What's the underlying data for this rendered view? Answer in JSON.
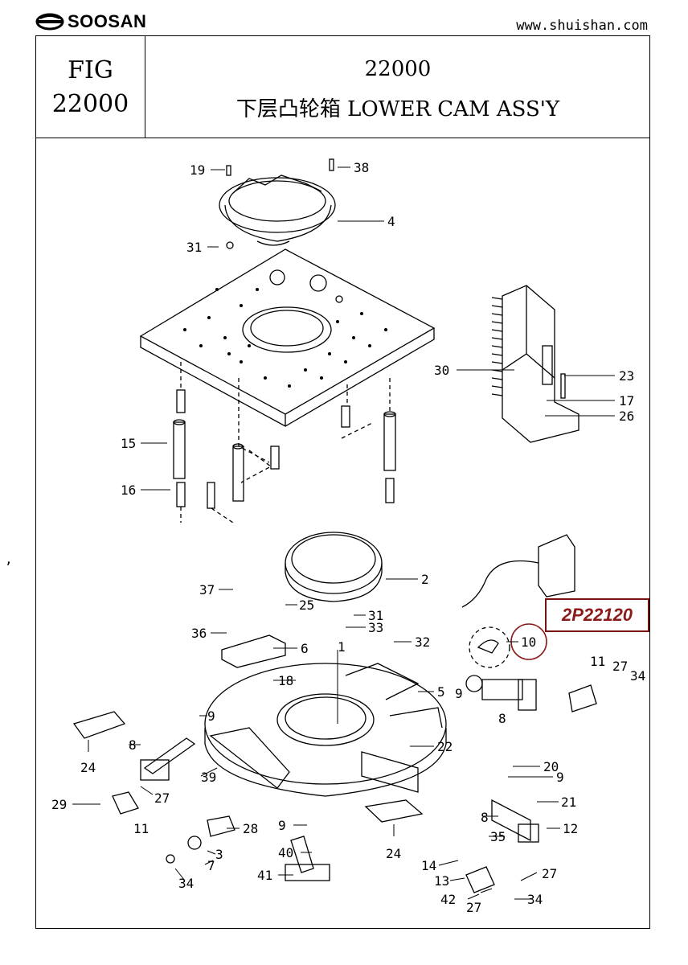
{
  "brand": {
    "name": "SOOSAN",
    "website": "www.shuishan.com"
  },
  "header": {
    "fig_label": "FIG",
    "fig_number": "22000",
    "title_number": "22000",
    "title_name": "下层凸轮箱  LOWER CAM ASS'Y"
  },
  "badge": {
    "code": "2P22120",
    "color": "#8b1a1a"
  },
  "stray_mark": ",",
  "callouts": [
    "19",
    "38",
    "4",
    "31",
    "23",
    "30",
    "17",
    "26",
    "15",
    "16",
    "2",
    "37",
    "25",
    "31",
    "33",
    "36",
    "6",
    "32",
    "10",
    "1",
    "18",
    "11",
    "27",
    "34",
    "5",
    "9",
    "9",
    "8",
    "24",
    "8",
    "22",
    "20",
    "9",
    "39",
    "29",
    "27",
    "11",
    "21",
    "28",
    "9",
    "8",
    "12",
    "35",
    "3",
    "40",
    "24",
    "7",
    "14",
    "41",
    "13",
    "27",
    "34",
    "42",
    "27",
    "34"
  ],
  "legend": {
    "circled_callout": "10"
  }
}
